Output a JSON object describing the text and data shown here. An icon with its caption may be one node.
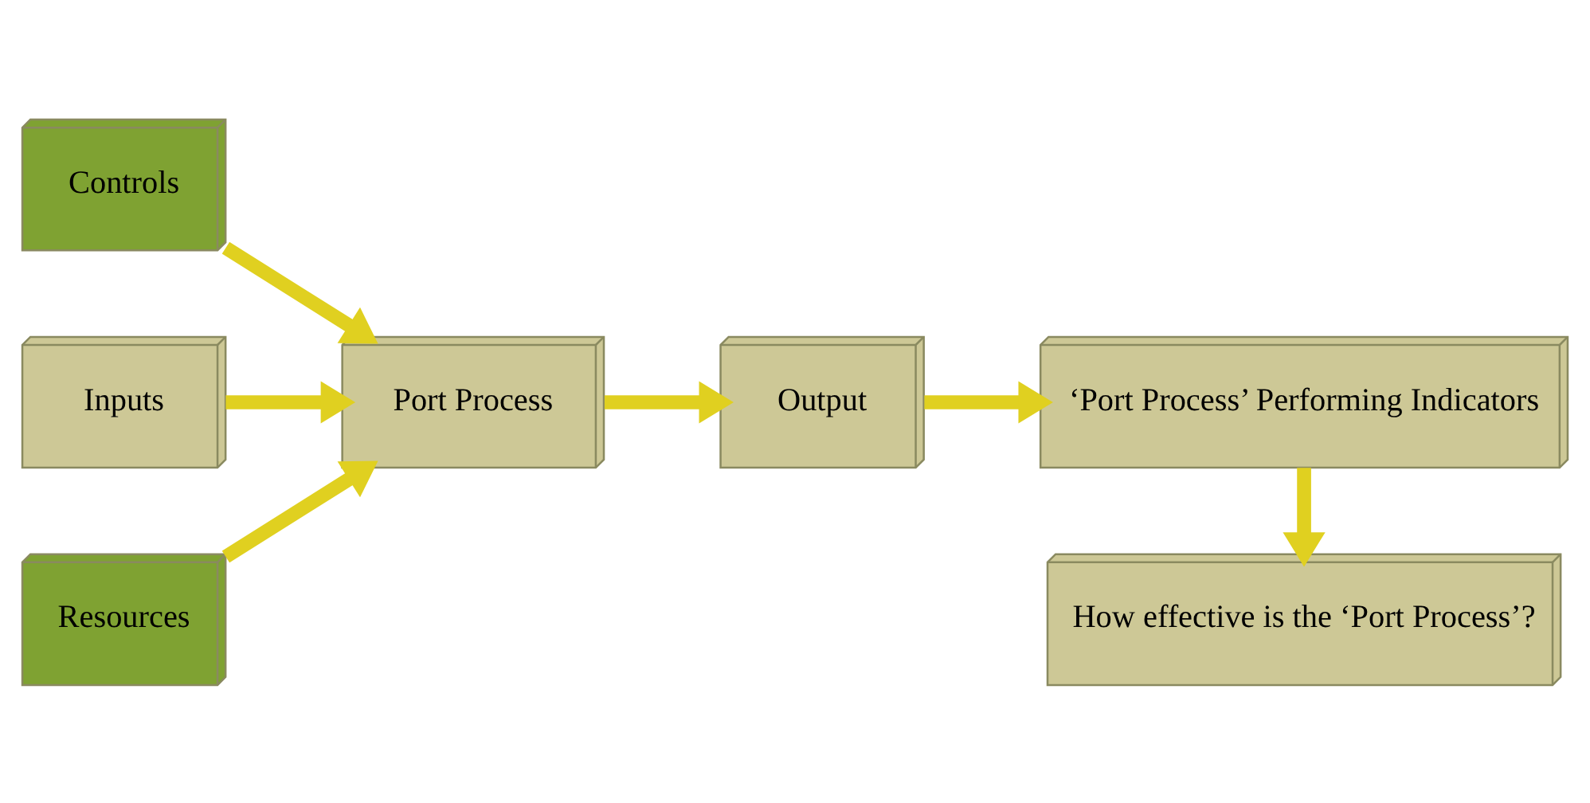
{
  "diagram": {
    "nodes": [
      {
        "text": [
          "Controls"
        ]
      },
      {
        "text": [
          "Inputs"
        ]
      },
      {
        "text": [
          "Port Process"
        ]
      },
      {
        "text": [
          "Resources"
        ]
      },
      {
        "text": [
          "Output"
        ]
      },
      {
        "text": [
          "‘Port Process’ Performing Indicators"
        ]
      },
      {
        "text": [
          "How effective is the ‘Port Process’?"
        ]
      }
    ],
    "edges": [
      {
        "from": 0,
        "to": 2,
        "arrow": "to"
      },
      {
        "from": 1,
        "to": 2,
        "arrow": "to"
      },
      {
        "from": 3,
        "to": 2,
        "arrow": "to"
      },
      {
        "from": 2,
        "to": 4,
        "arrow": "to"
      },
      {
        "from": 4,
        "to": 5,
        "arrow": "to"
      },
      {
        "from": 5,
        "to": 6,
        "arrow": "to"
      }
    ]
  }
}
